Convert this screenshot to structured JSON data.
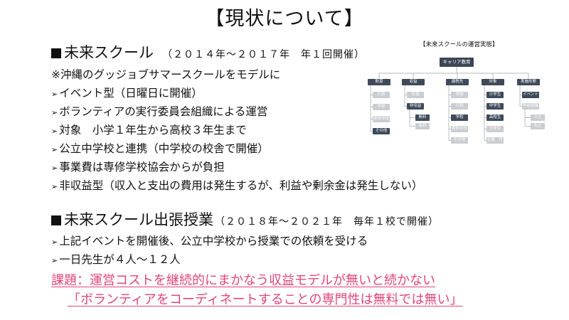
{
  "title": "【現状について】",
  "section1": {
    "heading": "未来スクール",
    "note": "（２０１４年～２０１７年　年１回開催）",
    "lead": "※沖縄のグッジョブサマースクールをモデルに",
    "items": [
      "イベント型（日曜日に開催）",
      "ボランティアの実行委員会組織による運営",
      "対象　小学１年生から高校３年生まで",
      "公立中学校と連携（中学校の校舎で開催）",
      "事業費は専修学校協会からが負担",
      "非収益型（収入と支出の費用は発生するが、利益や剰余金は発生しない）"
    ]
  },
  "section2": {
    "heading": "未来スクール出張授業",
    "note": "（２０１８年～２０２１年　毎年１校で開催）",
    "items": [
      "上記イベントを開催後、公立中学校から授業での依頼を受ける",
      "一日先生が４人～１２人"
    ]
  },
  "issue": {
    "line1": "課題：運営コストを継続的にまかなう収益モデルが無いと続かない",
    "line2": "「ボランティアをコーディネートすることの専門性は無料では無い」",
    "color": "#e0457b"
  },
  "diagram": {
    "title": "【未来スクールの運営実態】",
    "root": "キャリア教育",
    "columns": [
      {
        "label": "財源",
        "children": [
          {
            "label": "行政",
            "dark": false
          },
          {
            "label": "学校",
            "dark": false
          },
          {
            "label": "専修学校協会",
            "dark": false
          },
          {
            "label": "その他",
            "dark": true
          }
        ]
      },
      {
        "label": "収益",
        "children": [
          {
            "label": "有償",
            "dark": false
          },
          {
            "label": "非収益",
            "dark": true
          }
        ],
        "grandchildren": [
          {
            "label": "無料",
            "dark": true
          },
          {
            "label": "有料",
            "dark": false
          }
        ]
      },
      {
        "label": "連携先",
        "children": [
          {
            "label": "地域",
            "dark": false
          },
          {
            "label": "行政",
            "dark": false
          },
          {
            "label": "学校",
            "dark": true
          },
          {
            "label": "専修学校協会",
            "dark": false
          },
          {
            "label": "その他",
            "dark": false
          }
        ]
      },
      {
        "label": "対象",
        "children": [
          {
            "label": "小学生",
            "dark": true
          },
          {
            "label": "中学生",
            "dark": true
          },
          {
            "label": "高校生",
            "dark": true
          },
          {
            "label": "大学生",
            "dark": false
          },
          {
            "label": "企業　社会人",
            "dark": false
          }
        ]
      },
      {
        "label": "実施形態",
        "children": [
          {
            "label": "イベント",
            "dark": true
          },
          {
            "label": "学校授業",
            "dark": false
          }
        ],
        "grandchildren": [
          {
            "label": "公立",
            "dark": false
          },
          {
            "label": "私立",
            "dark": false
          }
        ]
      }
    ]
  }
}
